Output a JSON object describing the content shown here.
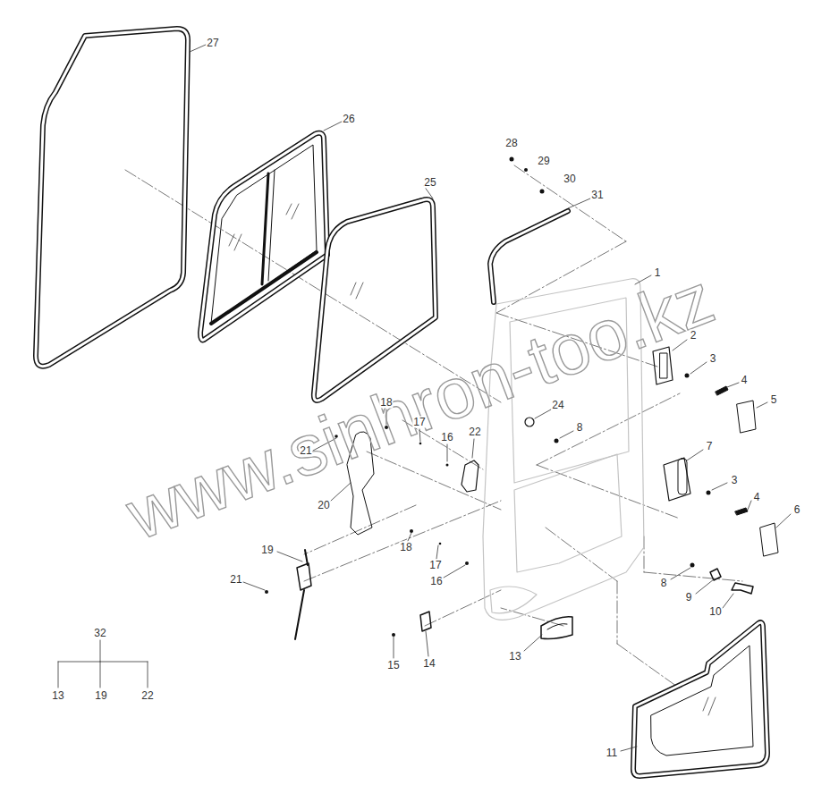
{
  "diagram": {
    "labels": [
      "27",
      "26",
      "25",
      "28",
      "29",
      "30",
      "31",
      "1",
      "2",
      "3",
      "4",
      "5",
      "24",
      "8",
      "18",
      "17",
      "16",
      "22",
      "21",
      "20",
      "7",
      "3",
      "4",
      "6",
      "19",
      "21",
      "18",
      "17",
      "16",
      "8",
      "9",
      "10",
      "14",
      "15",
      "13",
      "11",
      "32",
      "13",
      "19",
      "22",
      "www.sinhron-too.kz"
    ]
  }
}
